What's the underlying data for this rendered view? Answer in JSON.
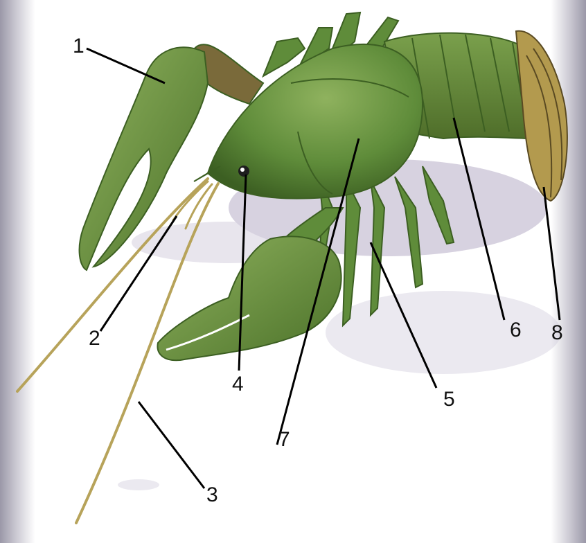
{
  "diagram": {
    "subject": "crayfish",
    "labels": [
      "1",
      "2",
      "3",
      "4",
      "5",
      "6",
      "7",
      "8"
    ]
  },
  "colors": {
    "body": "#5f8c3a",
    "body_dark": "#3c5f22",
    "body_light": "#8fb25e",
    "claw": "#6f9a46",
    "antenna": "#b7a35a",
    "shadow": "#b8b0c8",
    "leader": "#000000",
    "side_frame": "#9b98a8"
  }
}
